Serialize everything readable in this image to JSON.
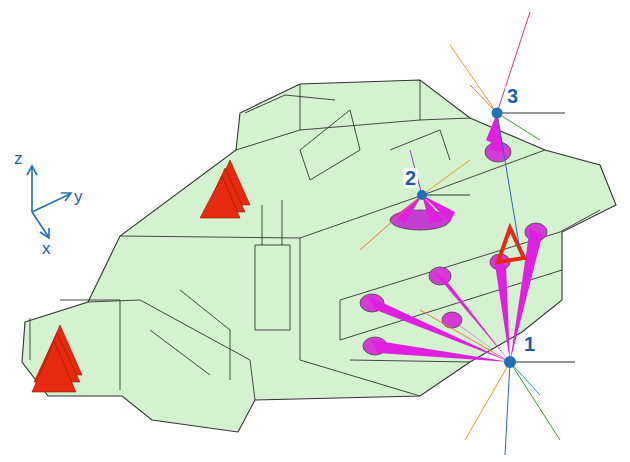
{
  "diagram": {
    "labels": [
      "z",
      "y",
      "x",
      "3",
      "2",
      "1"
    ]
  }
}
